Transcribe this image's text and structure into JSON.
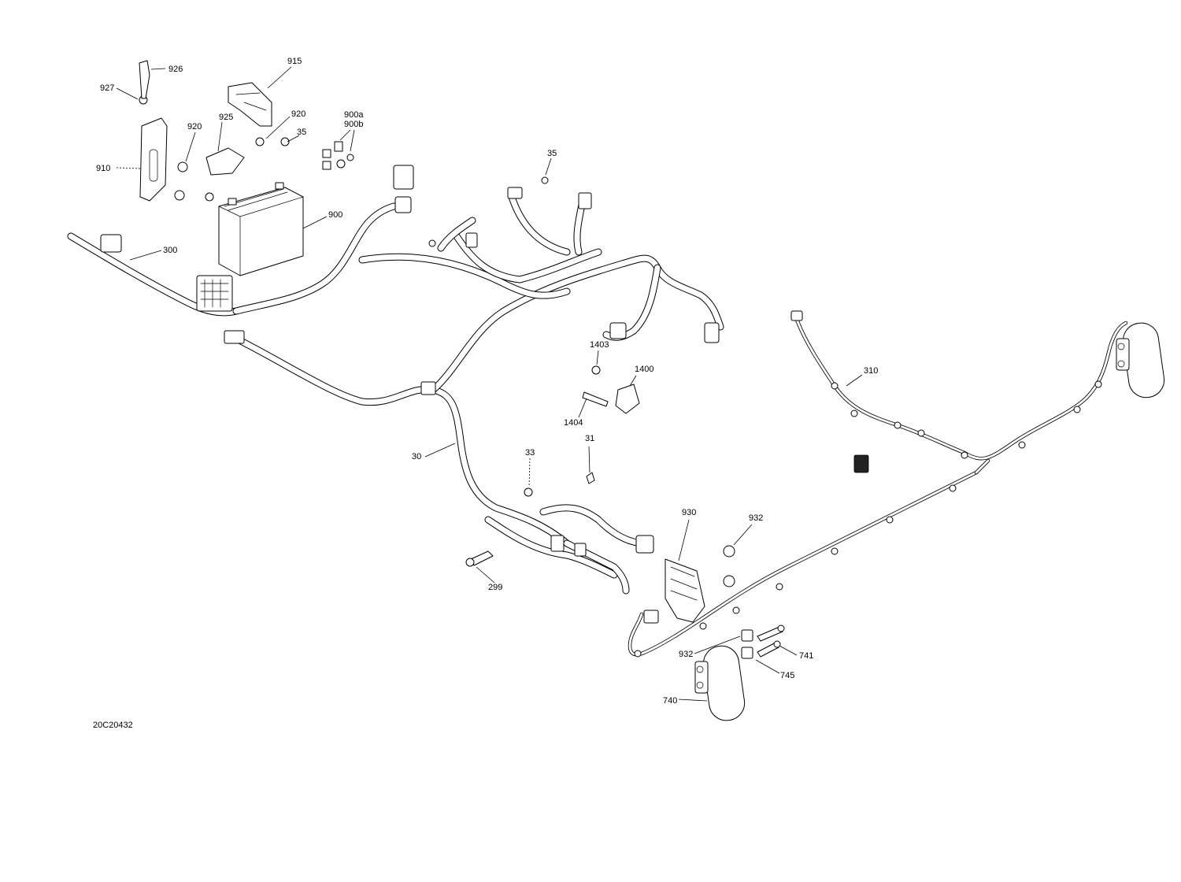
{
  "document_id": "20C20432",
  "callouts": {
    "c926": "926",
    "c927": "927",
    "c910": "910",
    "c920a": "920",
    "c915": "915",
    "c920b": "920",
    "c925": "925",
    "c35a": "35",
    "c900ab": [
      "900a",
      "900b"
    ],
    "c900": "900",
    "c300": "300",
    "c35b": "35",
    "c1403": "1403",
    "c1400": "1400",
    "c1404": "1404",
    "c310": "310",
    "c30": "30",
    "c33": "33",
    "c31": "31",
    "c930": "930",
    "c932a": "932",
    "c299": "299",
    "c932b": "932",
    "c741": "741",
    "c745": "745",
    "c740": "740"
  }
}
